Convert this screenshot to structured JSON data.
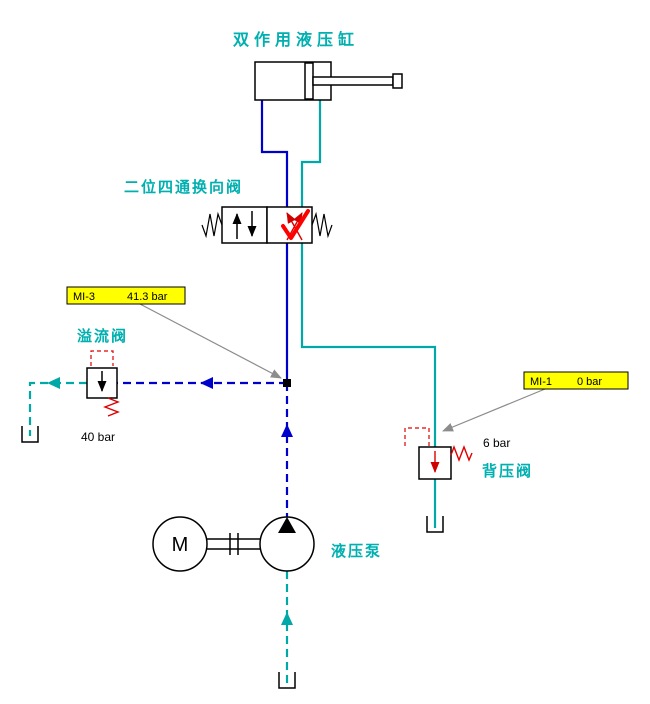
{
  "colors": {
    "label_text": "#00B0B0",
    "pressure_line": "#0000CD",
    "return_line": "#00A8A8",
    "valve_active_mark": "#FF0000",
    "component_red": "#E00000",
    "gauge_background": "#FFFF00",
    "pointer_gray": "#8C8C8C"
  },
  "labels": {
    "cylinder": "双作用液压缸",
    "directional_valve": "二位四通换向阀",
    "relief_valve": "溢流阀",
    "back_pressure_valve": "背压阀",
    "pump": "液压泵"
  },
  "values": {
    "relief_setting": "40 bar",
    "back_pressure_setting": "6 bar"
  },
  "gauges": {
    "mi3": {
      "name": "MI-3",
      "value": "41.3 bar"
    },
    "mi1": {
      "name": "MI-1",
      "value": "0 bar"
    }
  },
  "motor": {
    "letter": "M"
  }
}
